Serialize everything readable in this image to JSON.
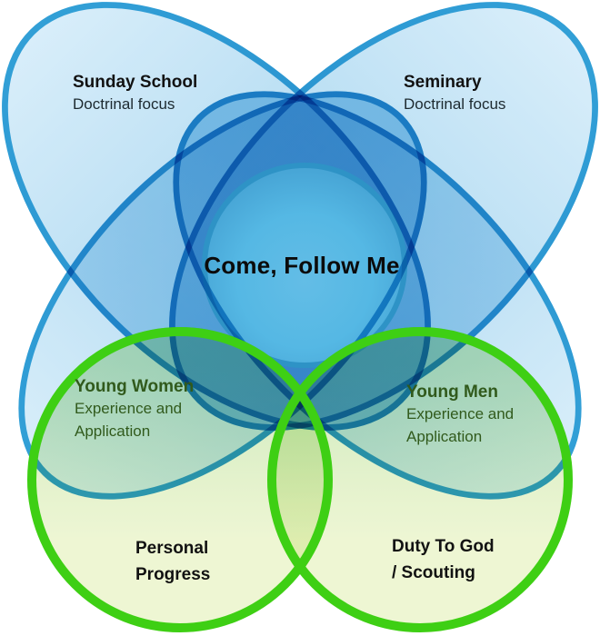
{
  "diagram": {
    "center_circle": {
      "label": "Come, Follow Me"
    },
    "petals": [
      {
        "id": "sunday-school",
        "title": "Sunday School",
        "subtitle": "Doctrinal focus"
      },
      {
        "id": "seminary",
        "title": "Seminary",
        "subtitle": "Doctrinal focus"
      }
    ],
    "green_circles": [
      {
        "id": "young-women",
        "title": "Young Women",
        "subtitle_lines": [
          "Experience and",
          "Application"
        ],
        "program_lines": [
          "Personal",
          "Progress"
        ]
      },
      {
        "id": "young-men",
        "title": "Young Men",
        "subtitle_lines": [
          "Experience and",
          "Application"
        ],
        "program_lines": [
          "Duty To God",
          "/ Scouting"
        ]
      }
    ],
    "colors": {
      "petal_border": "#3aabdb",
      "petal_fill_light": "#d7edfa",
      "petal_fill_deep": "#92cdec",
      "circle_fill": "#55b8e4",
      "circle_ring": "#2e93c6",
      "green_border": "#3ecf14",
      "green_fill_top": "#cdeabc",
      "green_fill_bottom": "#eef6d2",
      "text_dark": "#121212",
      "text_green": "#315a1c"
    }
  }
}
